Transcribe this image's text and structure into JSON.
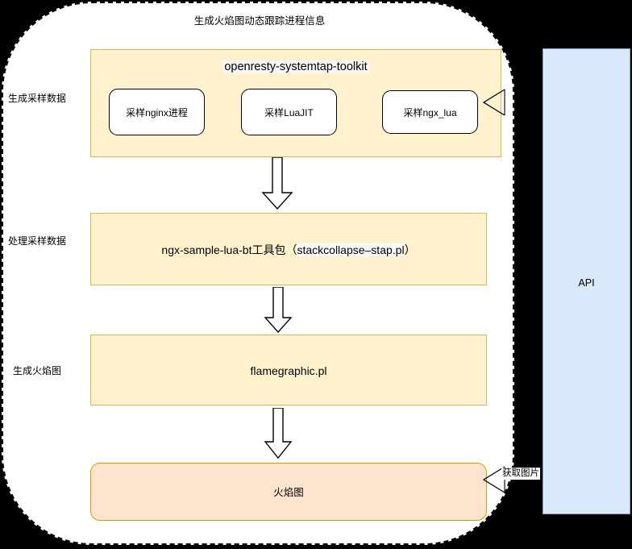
{
  "diagram": {
    "title": "生成火焰图动态跟踪进程信息",
    "background_color": "#000000",
    "container_fill": "#ffffff",
    "container_border": "#000000"
  },
  "stage_labels": [
    {
      "text": "生成采样数据"
    },
    {
      "text": "处理采样数据"
    },
    {
      "text": "生成火焰图"
    }
  ],
  "toolkit": {
    "title": "openresty-systemtap-toolkit",
    "fill": "#fff2cc",
    "stroke": "#d6b656",
    "cards": [
      {
        "label": "采样nginx进程"
      },
      {
        "label": "采样LuaJIT"
      },
      {
        "label": "采样ngx_lua"
      }
    ]
  },
  "process": {
    "label_prefix": "ngx-sample-lua-bt工具包（",
    "label_highlight": "stackcollapse–stap.pl",
    "label_suffix": "）",
    "fill": "#fff2cc",
    "stroke": "#d6b656"
  },
  "flame_generator": {
    "label": "flamegraphic.pl",
    "fill": "#fff2cc",
    "stroke": "#d6b656"
  },
  "flame_result": {
    "label": "火焰图",
    "fill": "#fde4ce",
    "stroke": "#d79b00"
  },
  "api": {
    "label": "API",
    "fill": "#dae8fc",
    "stroke": "#7ea6d9"
  },
  "connectors": [
    {
      "name": "api-to-toolkit",
      "label": ""
    },
    {
      "name": "api-to-flamegraph",
      "label": "获取图片"
    }
  ],
  "arrows": [
    {
      "from": "toolkit",
      "to": "process"
    },
    {
      "from": "process",
      "to": "flame-generator"
    },
    {
      "from": "flame-generator",
      "to": "flame-result"
    }
  ]
}
